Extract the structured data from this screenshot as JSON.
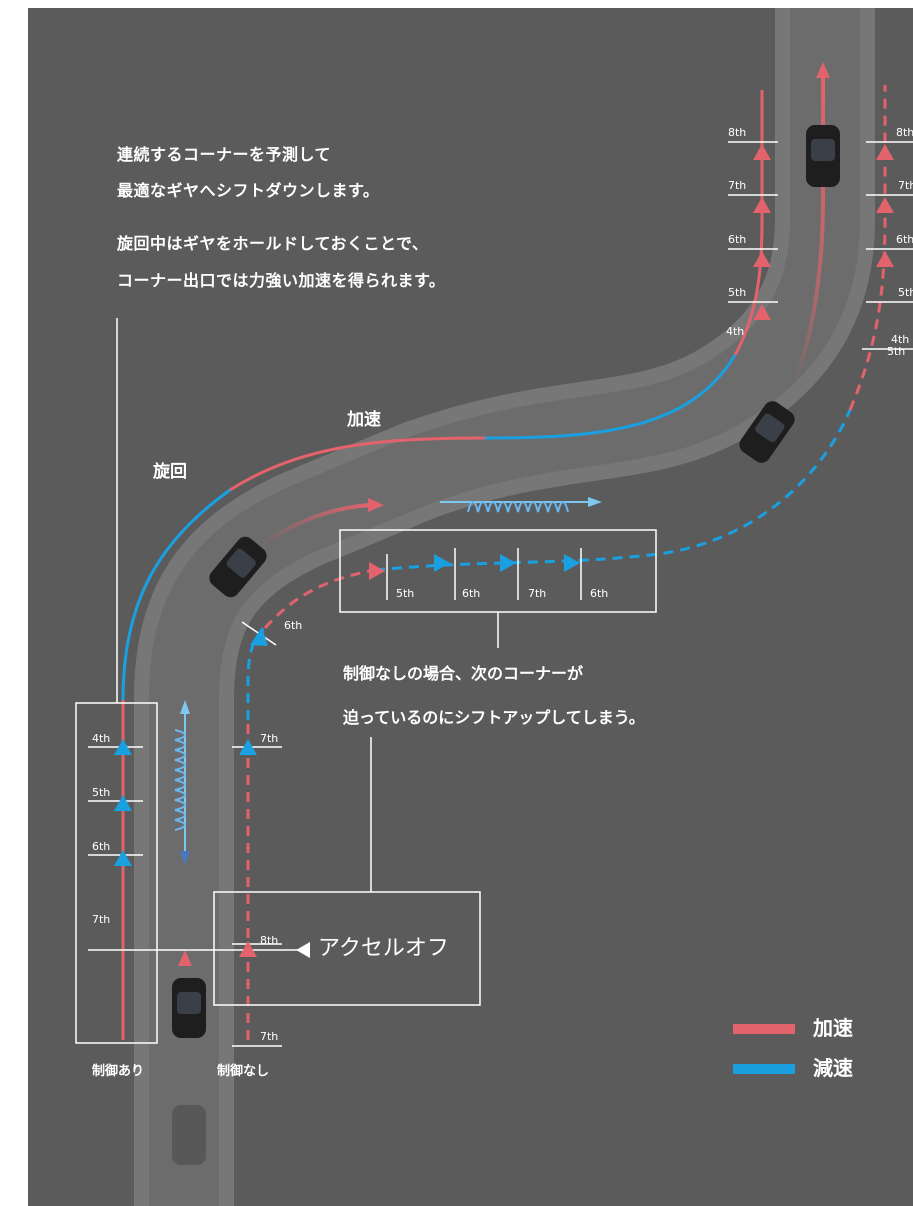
{
  "intro": {
    "line1": "連続するコーナーを予測して",
    "line2": "最適なギヤへシフトダウンします。",
    "line3": "旋回中はギヤをホールドしておくことで、",
    "line4": "コーナー出口では力強い加速を得られます。"
  },
  "phases": {
    "turning": "旋回",
    "accelerating": "加速"
  },
  "note": {
    "line1": "制御なしの場合、次のコーナーが",
    "line2": "迫っているのにシフトアップしてしまう。"
  },
  "callout": "アクセルオフ",
  "paths": {
    "with_control": "制御あり",
    "without_control": "制御なし"
  },
  "gears": {
    "with_control_before_corner": [
      "4th",
      "5th",
      "6th",
      "7th"
    ],
    "without_control_before_corner": [
      "7th",
      "8th",
      "7th"
    ],
    "without_control_in_corner": [
      "6th",
      "5th",
      "6th",
      "7th",
      "6th"
    ],
    "with_control_exit": [
      "8th",
      "7th",
      "6th",
      "5th",
      "4th"
    ],
    "without_control_exit": [
      "8th",
      "7th",
      "6th",
      "5th",
      "4th",
      "5th"
    ]
  },
  "legend": [
    {
      "label": "加速",
      "color": "#e2636b"
    },
    {
      "label": "減速",
      "color": "#1aa0e0"
    }
  ],
  "colors": {
    "accel": "#e2636b",
    "decel": "#1aa0e0",
    "background": "#5a5a5a",
    "road": "#707070"
  }
}
